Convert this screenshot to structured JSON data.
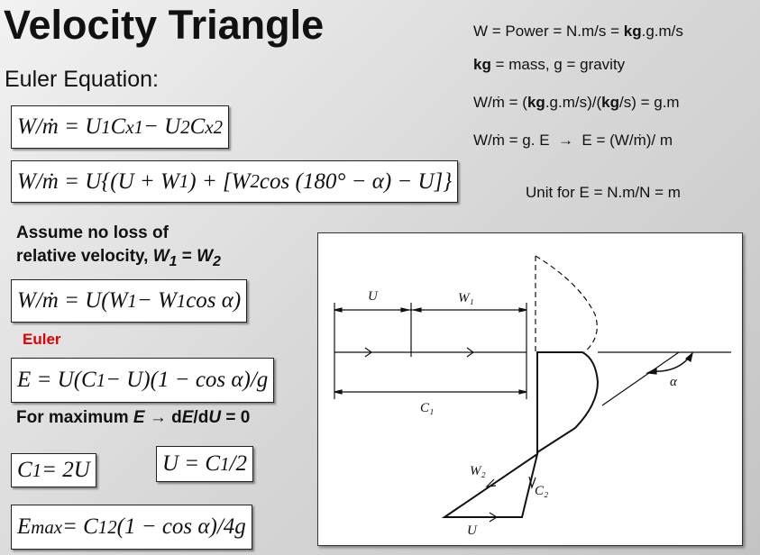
{
  "title": "Velocity Triangle",
  "subtitle": "Euler Equation:",
  "notes": {
    "power": "W = Power = N.m/s = <b>kg</b>.g.m/s",
    "mass": "<b>kg</b> = mass, g = gravity",
    "ratio": "W/ṁ = (<b>kg</b>.g.m/s)/(<b>kg</b>/s) = g.m",
    "energy": "W/ṁ = g. E &nbsp;→&nbsp; E = (W/ṁ)/ m",
    "unit": "Unit for E = N.m/N = m"
  },
  "equations": {
    "eq1": "W/ṁ = U<sub>1</sub>C<sub>x1</sub> − U<sub>2</sub>C<sub>x2</sub>",
    "eq2": "W/ṁ = U{(U + W<sub>1</sub>) + [W<sub>2</sub> cos (180° − α) − U]}",
    "eq3": "W/ṁ = U(W<sub>1</sub> − W<sub>1</sub> cos α)",
    "eq4": "E = U(C<sub>1</sub> − U)(1 − cos α)/g",
    "eq5": "C<sub>1</sub> = 2U",
    "eq6": "U = C<sub>1</sub>/2",
    "eq7": "E<sub>max</sub> = C<sub>1</sub><sup>2</sup>(1 − cos α)/4g"
  },
  "assume": "Assume no loss of<br>relative velocity, <i>W<sub>1</sub></i> = <i>W<sub>2</sub></i>",
  "euler_label": "Euler",
  "maximum": "For maximum <i>E</i> → d<i>E</i>/d<i>U</i> = 0",
  "diagram_labels": {
    "u_top": "U",
    "w1": "W₁",
    "c1": "C₁",
    "alpha": "α",
    "w2": "W₂",
    "c2": "C₂",
    "u_bottom": "U"
  }
}
